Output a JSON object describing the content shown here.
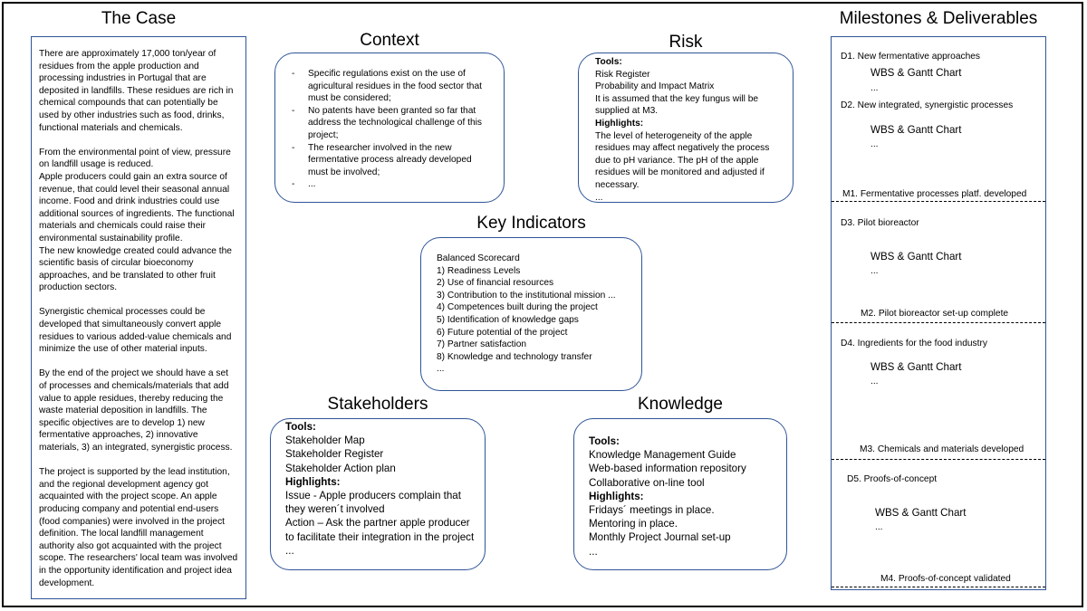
{
  "case": {
    "title": "The Case",
    "paragraphs": [
      "There are approximately 17,000 ton/year of residues from the apple production and processing industries in Portugal that are deposited in landfills. These residues are rich in chemical compounds that can potentially be used by other industries such as food, drinks, functional materials and chemicals.",
      "From the environmental point of view, pressure on landfill usage is reduced.\nApple producers could gain an extra source of revenue, that could level their seasonal annual income. Food and drink industries could use additional sources of ingredients. The functional materials and chemicals could raise their environmental sustainability profile.\nThe new knowledge created could advance the scientific basis of circular bioeconomy approaches, and be translated to other fruit production sectors.",
      "Synergistic chemical processes could be developed that simultaneously convert apple residues to various added-value chemicals and minimize the use of other material inputs.",
      "By the end of the project we should have a set of processes and chemicals/materials that add value to apple residues, thereby reducing the waste material deposition in landfills. The specific objectives are to develop 1) new fermentative approaches, 2) innovative materials, 3) an integrated, synergistic process.",
      "The project is supported by the lead institution, and the regional development agency got acquainted with the project scope. An apple producing company and potential end-users (food companies) were involved in the project definition. The local landfill management authority also got acquainted with the project scope. The researchers' local team was involved in the opportunity identification and project idea development."
    ]
  },
  "context": {
    "title": "Context",
    "items": [
      "Specific regulations exist on the use of agricultural residues in the food sector that must be considered;",
      "No patents have been granted so far that address the technological challenge of this project;",
      "The researcher involved in the new fermentative process already developed must be involved;",
      "..."
    ]
  },
  "risk": {
    "title": "Risk",
    "tools_label": "Tools:",
    "tools": [
      "Risk Register",
      "Probability and Impact Matrix",
      "It is assumed that the key fungus will be supplied at M3."
    ],
    "highlights_label": "Highlights:",
    "highlights": [
      "The level of heterogeneity of the apple residues may affect negatively the process due to pH variance. The pH of the apple residues will be monitored and adjusted if necessary.",
      "..."
    ]
  },
  "key_indicators": {
    "title": "Key Indicators",
    "items": [
      "Balanced Scorecard",
      "1) Readiness Levels",
      "2) Use of financial resources",
      "3) Contribution to the institutional mission ...",
      "4) Competences built during the project",
      "5) Identification of knowledge gaps",
      "6) Future potential of the project",
      "7) Partner satisfaction",
      "8) Knowledge and technology transfer",
      "..."
    ]
  },
  "stakeholders": {
    "title": "Stakeholders",
    "tools_label": "Tools:",
    "tools": [
      "Stakeholder Map",
      "Stakeholder Register",
      "Stakeholder Action plan"
    ],
    "highlights_label": "Highlights:",
    "highlights": [
      "Issue - Apple producers complain that they weren´t involved",
      "Action – Ask the partner apple producer to facilitate their integration in the project",
      "..."
    ]
  },
  "knowledge": {
    "title": "Knowledge",
    "tools_label": "Tools:",
    "tools": [
      "Knowledge Management Guide",
      "Web-based information repository",
      "Collaborative on-line tool"
    ],
    "highlights_label": "Highlights:",
    "highlights": [
      "Fridays´ meetings in place.",
      "Mentoring in place.",
      "Monthly Project Journal set-up",
      "..."
    ]
  },
  "milestones": {
    "title": "Milestones & Deliverables",
    "d1": {
      "label": "D1. New fermentative approaches",
      "tool": "WBS & Gantt Chart",
      "more": "..."
    },
    "d2": {
      "label": "D2. New integrated, synergistic processes",
      "tool": "WBS & Gantt Chart",
      "more": "..."
    },
    "m1": "M1. Fermentative processes platf. developed",
    "d3": {
      "label": "D3. Pilot bioreactor",
      "tool": "WBS & Gantt Chart",
      "more": "..."
    },
    "m2": "M2. Pilot bioreactor set-up complete",
    "d4": {
      "label": "D4. Ingredients for the food industry",
      "tool": "WBS & Gantt Chart",
      "more": "..."
    },
    "m3": "M3. Chemicals and materials developed",
    "d5": {
      "label": "D5. Proofs-of-concept",
      "tool": "WBS & Gantt Chart",
      "more": "..."
    },
    "m4": "M4. Proofs-of-concept validated"
  }
}
